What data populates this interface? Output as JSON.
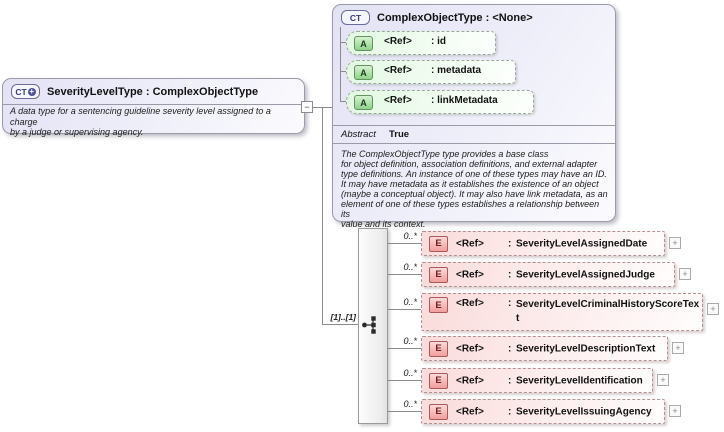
{
  "labels": {
    "colon": ":",
    "expand": "+",
    "collapse": "−"
  },
  "colors": {
    "type_fill": "#e2e2f5",
    "attribute_fill": "#e2f8e2",
    "element_fill": "#fadbdb",
    "border_gray": "#9a9aa8",
    "connector_line": "#8c8c8c"
  },
  "left_box": {
    "icon_label": "CT",
    "icon_plus": "+",
    "title": "SeverityLevelType : ComplexObjectType",
    "annotation_lines": [
      "A data type for a sentencing guideline severity level assigned to a charge",
      "by a judge or supervising agency."
    ]
  },
  "ct_box": {
    "icon_label": "CT",
    "title": "ComplexObjectType : <None>",
    "attributes": [
      {
        "icon": "A",
        "ref": "<Ref>",
        "name": "id"
      },
      {
        "icon": "A",
        "ref": "<Ref>",
        "name": "metadata"
      },
      {
        "icon": "A",
        "ref": "<Ref>",
        "name": "linkMetadata"
      }
    ],
    "abstract_label": "Abstract",
    "abstract_value": "True",
    "description_lines": [
      "The ComplexObjectType type provides a base class",
      "for object definition, association definitions, and external adapter",
      "type definitions. An instance of one of these types may have an ID.",
      "It may have metadata as it establishes the existence of an object",
      "(maybe a conceptual object). It may also have link metadata, as an",
      "element of one of these types establishes a relationship between its",
      "value and its context."
    ]
  },
  "sequence": {
    "cardinality": "[1]..[1]"
  },
  "elements": [
    {
      "icon": "E",
      "occurs": "0..*",
      "ref": "<Ref>",
      "name": "SeverityLevelAssignedDate"
    },
    {
      "icon": "E",
      "occurs": "0..*",
      "ref": "<Ref>",
      "name": "SeverityLevelAssignedJudge"
    },
    {
      "icon": "E",
      "occurs": "0..*",
      "ref": "<Ref>",
      "name": "SeverityLevelCriminalHistoryScoreText"
    },
    {
      "icon": "E",
      "occurs": "0..*",
      "ref": "<Ref>",
      "name": "SeverityLevelDescriptionText"
    },
    {
      "icon": "E",
      "occurs": "0..*",
      "ref": "<Ref>",
      "name": "SeverityLevelIdentification"
    },
    {
      "icon": "E",
      "occurs": "0..*",
      "ref": "<Ref>",
      "name": "SeverityLevelIssuingAgency"
    }
  ]
}
